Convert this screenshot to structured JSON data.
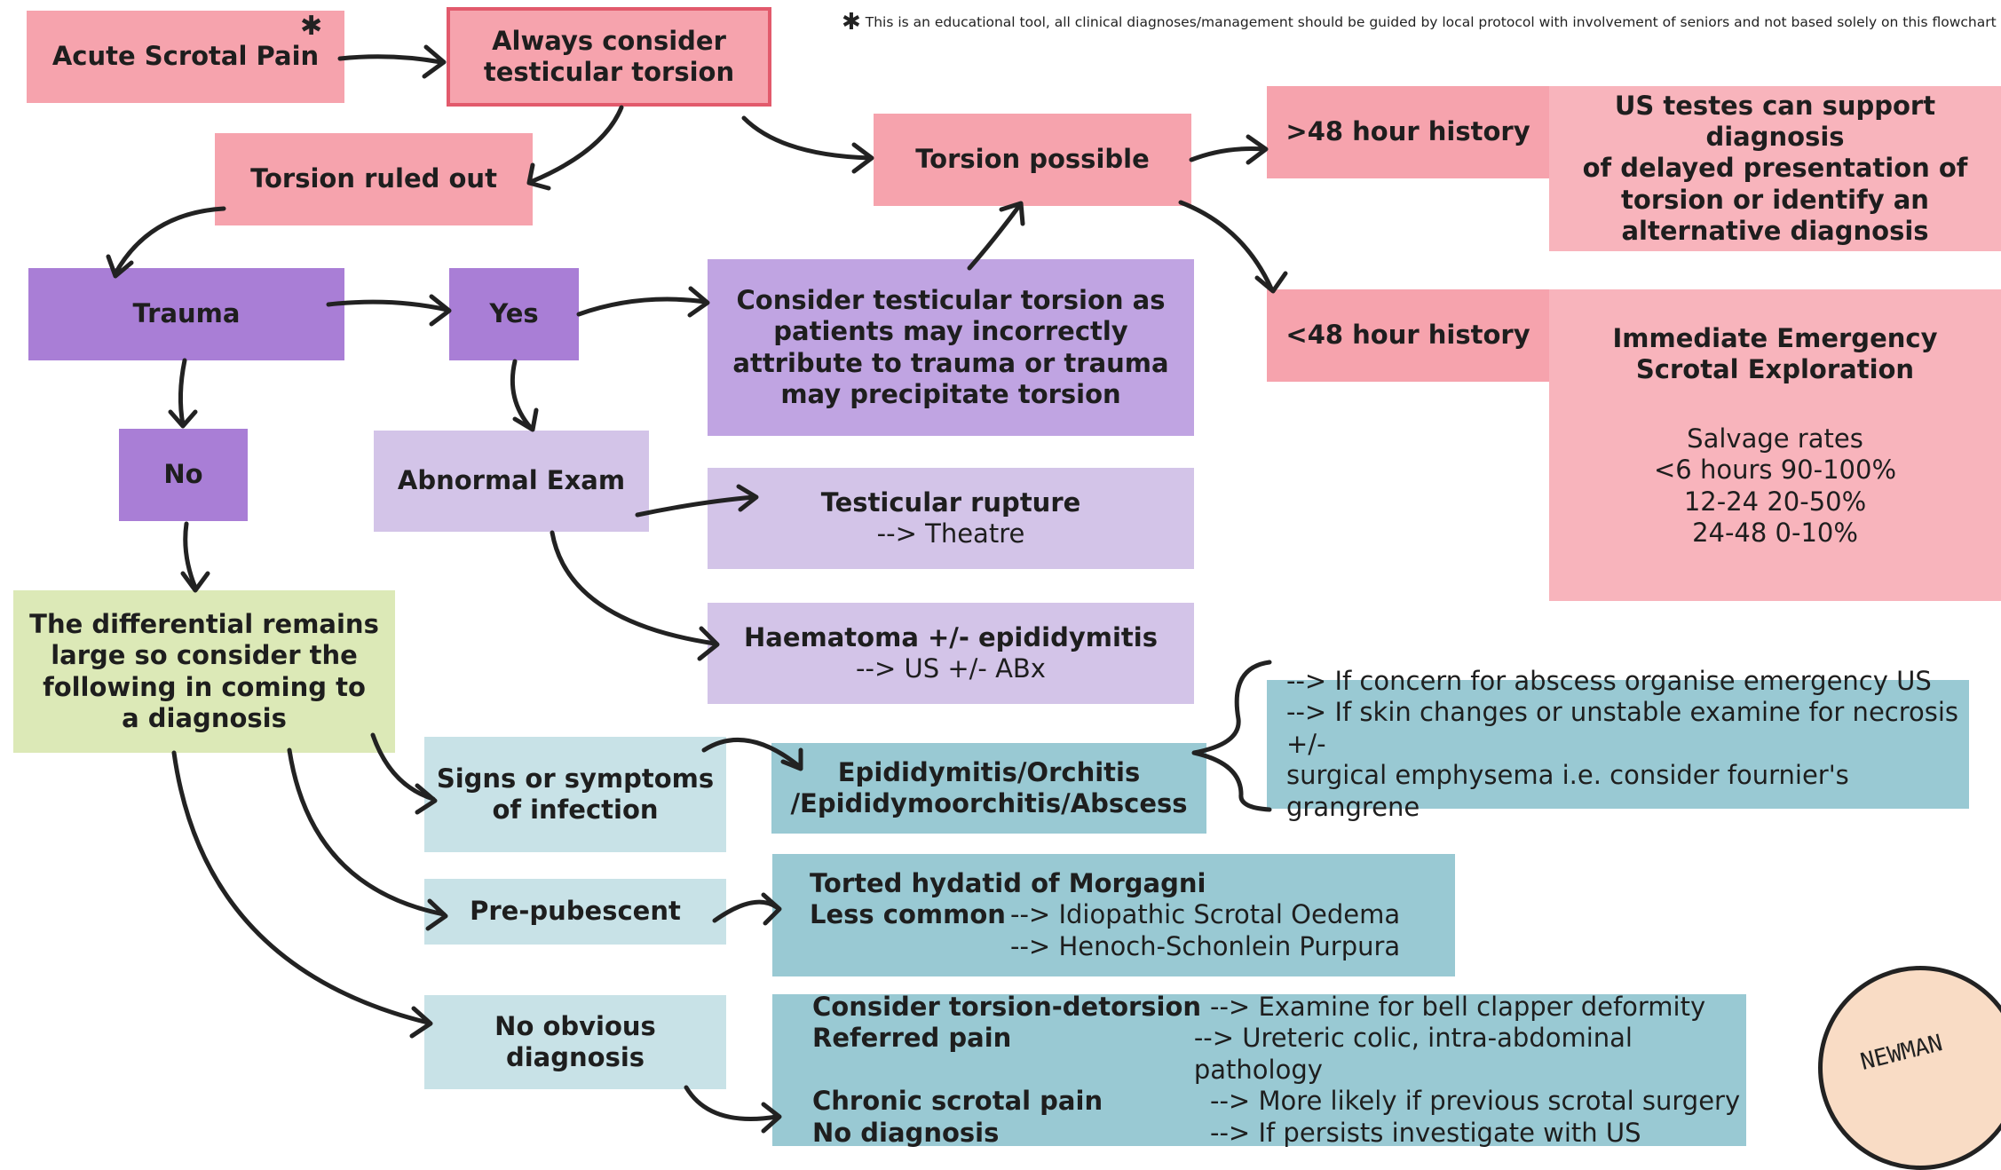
{
  "disclaimer": "This is an educational tool, all clinical diagnoses/management should be guided by local protocol with involvement of seniors and not based solely on this flowchart",
  "disclaimer_marker": "✱",
  "colors": {
    "red": "#f6a3ad",
    "purple": "#a97ed6",
    "lavender": "#c0a4e2",
    "light_lavender": "#d3c4e8",
    "green": "#dce9b7",
    "light_blue": "#c8e2e7",
    "teal": "#99c9d3"
  },
  "nodes": {
    "acute": "Acute Scrotal Pain",
    "always": [
      "Always consider",
      "testicular torsion"
    ],
    "ruled_out": "Torsion ruled out",
    "possible": "Torsion possible",
    "gt48": ">48 hour history",
    "gt48_note": [
      "US testes can support diagnosis",
      "of delayed presentation of",
      "torsion or identify an",
      "alternative diagnosis"
    ],
    "lt48": "<48 hour history",
    "immediate": [
      "Immediate Emergency",
      "Scrotal Exploration"
    ],
    "salvage": [
      "Salvage rates",
      "<6 hours 90-100%",
      "12-24 20-50%",
      "24-48 0-10%"
    ],
    "trauma": "Trauma",
    "yes": "Yes",
    "no": "No",
    "consider_torsion": [
      "Consider testicular torsion as",
      "patients may incorrectly",
      "attribute to trauma or trauma",
      "may precipitate torsion"
    ],
    "abnormal_exam": "Abnormal Exam",
    "rupture": "Testicular rupture",
    "rupture_action": "--> Theatre",
    "haematoma": "Haematoma +/- epididymitis",
    "haematoma_action": "--> US +/- ABx",
    "differential": [
      "The differential remains",
      "large so consider the",
      "following in coming to",
      "a diagnosis"
    ],
    "infection": [
      "Signs or symptoms",
      "of infection"
    ],
    "epididymitis": [
      "Epididymitis/Orchitis",
      "/Epididymoorchitis/Abscess"
    ],
    "abscess_notes": [
      "--> If concern for abscess organise emergency US",
      "--> If skin changes or unstable examine for necrosis +/-",
      "surgical emphysema i.e. consider fournier's grangrene"
    ],
    "prepubescent": "Pre-pubescent",
    "torted_title": "Torted hydatid of Morgagni",
    "less_common_label": "Less common",
    "less_common_items": [
      "--> Idiopathic Scrotal Oedema",
      "--> Henoch-Schonlein Purpura"
    ],
    "no_obvious": "No obvious diagnosis",
    "final_rows": [
      {
        "label": "Consider torsion-detorsion",
        "note": "--> Examine for bell clapper deformity"
      },
      {
        "label": "Referred pain",
        "note": "--> Ureteric colic, intra-abdominal pathology"
      },
      {
        "label": "Chronic scrotal pain",
        "note": "--> More likely if previous scrotal surgery"
      },
      {
        "label": "No diagnosis",
        "note": "--> If persists investigate with US"
      }
    ]
  },
  "signature": "NEWMAN"
}
